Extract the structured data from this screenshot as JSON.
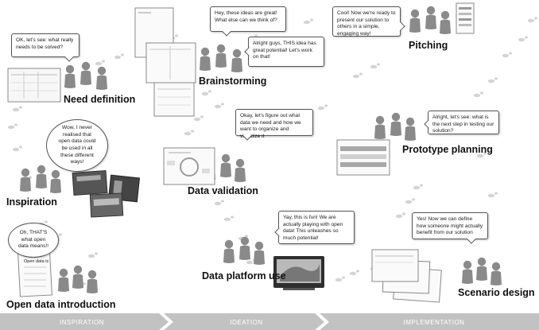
{
  "stages": {
    "open_data_introduction": "Open data introduction",
    "inspiration": "Inspiration",
    "need_definition": "Need definition",
    "brainstorming": "Brainstorming",
    "data_validation": "Data validation",
    "data_platform_use": "Data platform use",
    "pitching": "Pitching",
    "prototype_planning": "Prototype planning",
    "scenario_design": "Scenario design"
  },
  "bubbles": {
    "open_data_intro": "Oh, THAT'S what open data means!!",
    "open_data_card": "Open data is",
    "inspiration": "Wow, I never realised that open data could be used in all these different ways!",
    "need_definition": "OK, let's see: what really needs to be solved?",
    "brainstorming_1": "Hey, these ideas are great! What else can we think of?",
    "brainstorming_2": "Alright guys, THIS idea has great potential! Let's work on that!",
    "data_validation": "Okay, let's figure out what data we need and how we want to organize and visualize it",
    "data_platform_use": "Yay, this is fun! We are actually playing with open data! This unleashes so much potential!",
    "pitching": "Cool! Now we're ready to present our solution to others in a simple, engaging way!",
    "prototype_planning": "Alright, let's see: what is the next step in testing our solution?",
    "scenario_design": "Yes! Now we can define how someone might actually benefit from our solution"
  },
  "phases": [
    "INSPIRATION",
    "IDEATION",
    "IMPLEMENTATION"
  ],
  "colors": {
    "phase_bar": "#c2c2c2",
    "figure": "#8a8a8a",
    "footprint": "#d6d6d6"
  }
}
